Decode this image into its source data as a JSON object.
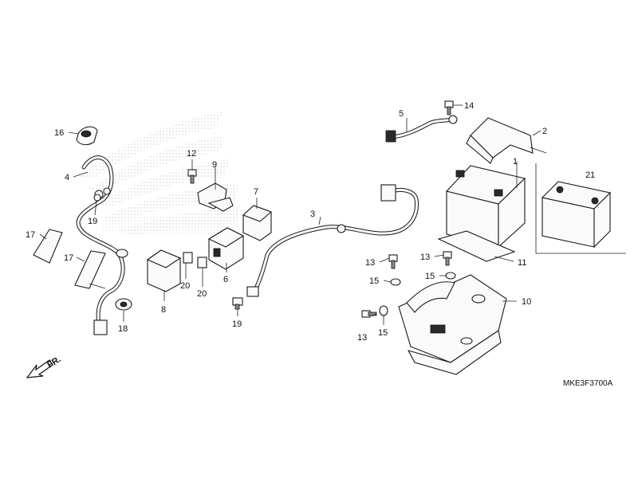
{
  "diagram": {
    "code": "MKE3F3700A",
    "direction_label": "FR.",
    "callouts": [
      "1",
      "2",
      "3",
      "4",
      "5",
      "6",
      "7",
      "8",
      "9",
      "10",
      "11",
      "12",
      "13",
      "13",
      "13",
      "14",
      "15",
      "15",
      "15",
      "16",
      "17",
      "17",
      "18",
      "19",
      "19",
      "20",
      "20",
      "21"
    ]
  }
}
